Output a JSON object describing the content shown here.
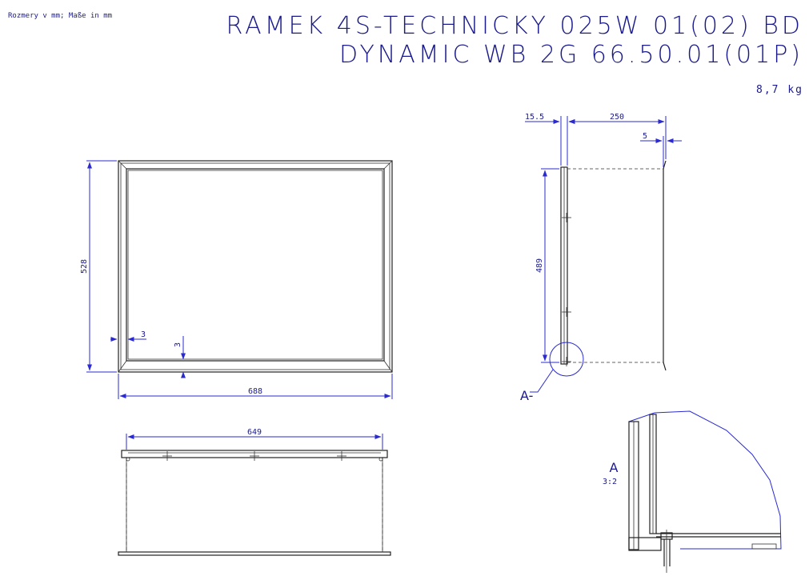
{
  "header": {
    "units_note": "Rozmery v mm; Maße in mm",
    "title_line1": "RAMEK 4S-TECHNICKY 025W 01(02) BD",
    "title_line2": "DYNAMIC WB 2G 66.50.01(01P)",
    "weight": "8,7 kg"
  },
  "front_view": {
    "dim_height": "528",
    "dim_width": "688",
    "dim_frame_left": "3",
    "dim_frame_bottom": "3"
  },
  "side_view": {
    "dim_flange": "15.5",
    "dim_depth": "250",
    "dim_lip": "5",
    "dim_height": "489",
    "detail_marker": "A-"
  },
  "top_view": {
    "dim_width": "649"
  },
  "detail_view": {
    "label": "A",
    "scale": "3:2"
  },
  "colors": {
    "annotation": "#1a1a8c",
    "dimension": "#2a2ad0",
    "outline": "#222222"
  }
}
